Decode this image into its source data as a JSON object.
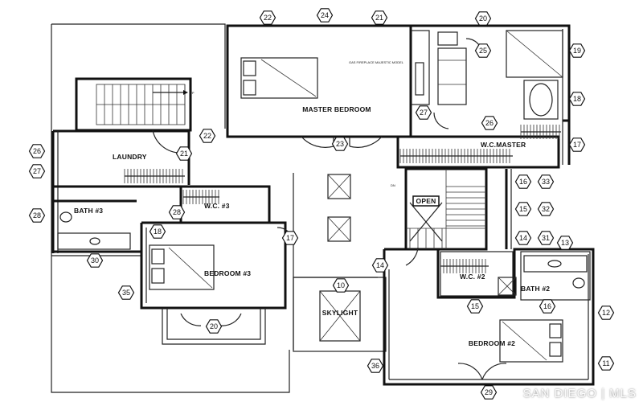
{
  "rooms": {
    "master_bedroom": "MASTER BEDROOM",
    "wc_master": "W.C.MASTER",
    "laundry": "LAUNDRY",
    "bath3": "BATH #3",
    "wc3": "W.C. #3",
    "bedroom3": "BEDROOM #3",
    "skylight": "SKYLIGHT",
    "open": "OPEN",
    "wc2": "W.C. #2",
    "bath2": "BATH #2",
    "bedroom2": "BEDROOM #2"
  },
  "notes": {
    "gas_fireplace": "GAS FIREPLACE MAJESTIC MODEL",
    "up": "UP",
    "dn": "DN"
  },
  "tags": [
    "10",
    "11",
    "12",
    "13",
    "14",
    "15",
    "16",
    "17",
    "18",
    "19",
    "20",
    "21",
    "22",
    "23",
    "24",
    "25",
    "26",
    "27",
    "28",
    "29",
    "30",
    "31",
    "32",
    "33",
    "35",
    "36"
  ],
  "watermark": "SAN DIEGO | MLS"
}
